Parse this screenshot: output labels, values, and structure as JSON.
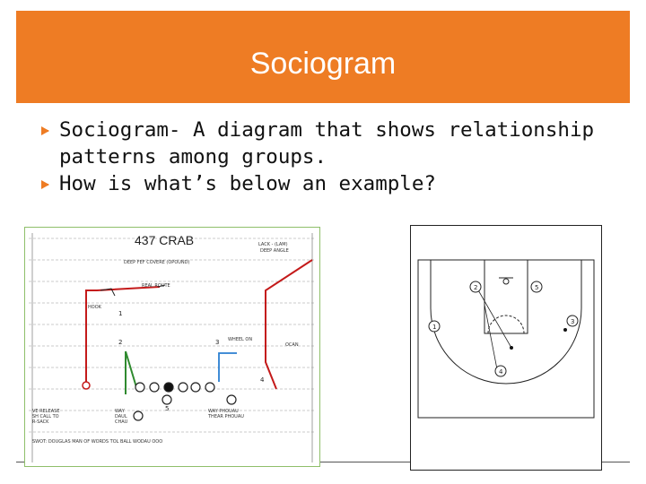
{
  "slide": {
    "title": "Sociogram",
    "bullets": [
      "Sociogram- A diagram that shows relationship patterns among groups.",
      "How is what’s below an example?"
    ]
  },
  "play_diagram": {
    "title": "437 CRAB",
    "labels": {
      "top_right": "LACK - (LAM) DEEP ANGLE",
      "top_center": "DEEP FEF COVERE (OPOUND)",
      "hook": "HOOK",
      "bottom_left": "VE RELEASE SH CALL TO R-SACK",
      "bottom_center": "WAY DAUL CHAU",
      "bottom_right": "WAY PHOUAU THEAR PHOUAU",
      "footer": "SWOT: DOUGLAS MAN OF WORDS TOL BALL WODAU OOO"
    },
    "numbers": [
      "1",
      "2",
      "3",
      "4",
      "5"
    ]
  },
  "court_diagram": {
    "players": [
      "1",
      "2",
      "3",
      "4",
      "5"
    ]
  },
  "colors": {
    "title_bar": "#ee7c24",
    "route_red": "#c41a1a",
    "route_green": "#2f8a2f",
    "route_blue": "#2b7fd1"
  }
}
